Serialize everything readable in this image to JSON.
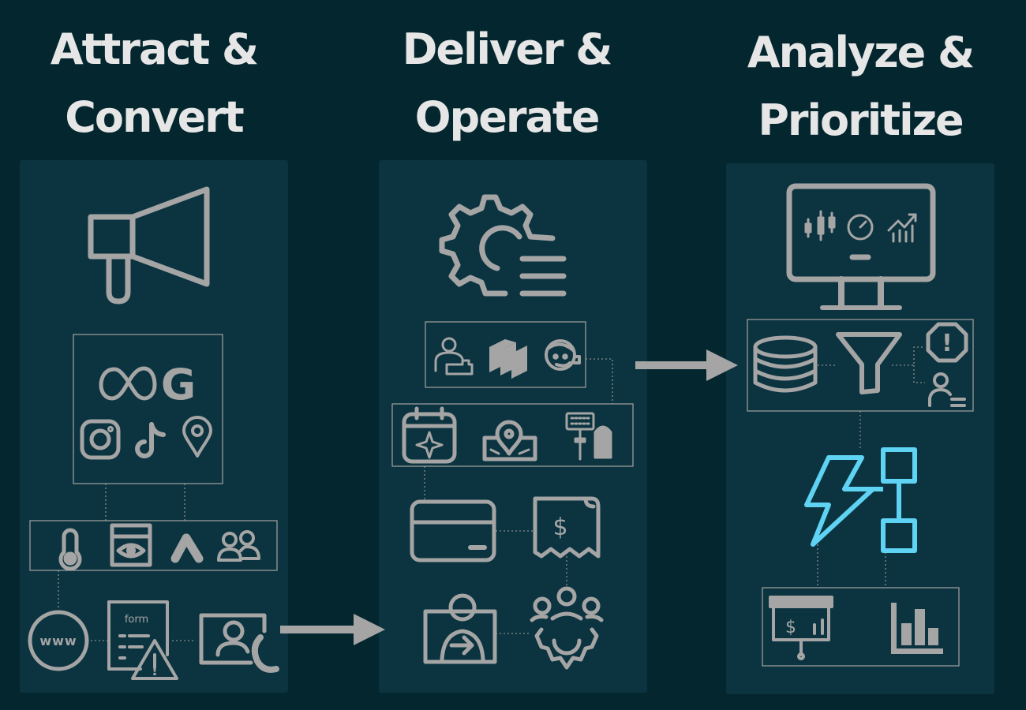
{
  "columns": [
    {
      "line1": "Attract &",
      "line2": "Convert"
    },
    {
      "line1": "Deliver &",
      "line2": "Operate"
    },
    {
      "line1": "Analyze &",
      "line2": "Prioritize"
    }
  ],
  "labels": {
    "form": "form",
    "www": "www",
    "google": "G",
    "dollar": "$",
    "alert": "!"
  },
  "colors": {
    "background": "#04262f",
    "panel": "#0b3440",
    "icon": "#a5a5a5",
    "accent": "#5fd3f3",
    "title": "#e6e6e6"
  },
  "icons": [
    "megaphone-icon",
    "meta-icon",
    "google-icon",
    "instagram-icon",
    "tiktok-icon",
    "map-pin-icon",
    "thermometer-icon",
    "web-view-icon",
    "google-ads-icon",
    "users-icon",
    "www-icon",
    "form-alert-icon",
    "contact-call-icon",
    "gear-list-icon",
    "user-desk-icon",
    "stack-icon",
    "support-agent-icon",
    "calendar-star-icon",
    "map-location-icon",
    "phone-tool-icon",
    "credit-card-icon",
    "receipt-dollar-icon",
    "login-portal-icon",
    "team-gear-icon",
    "monitor-dashboard-icon",
    "database-icon",
    "funnel-icon",
    "alert-octagon-icon",
    "person-list-icon",
    "lightning-flow-icon",
    "presentation-chart-icon",
    "bar-chart-icon"
  ]
}
